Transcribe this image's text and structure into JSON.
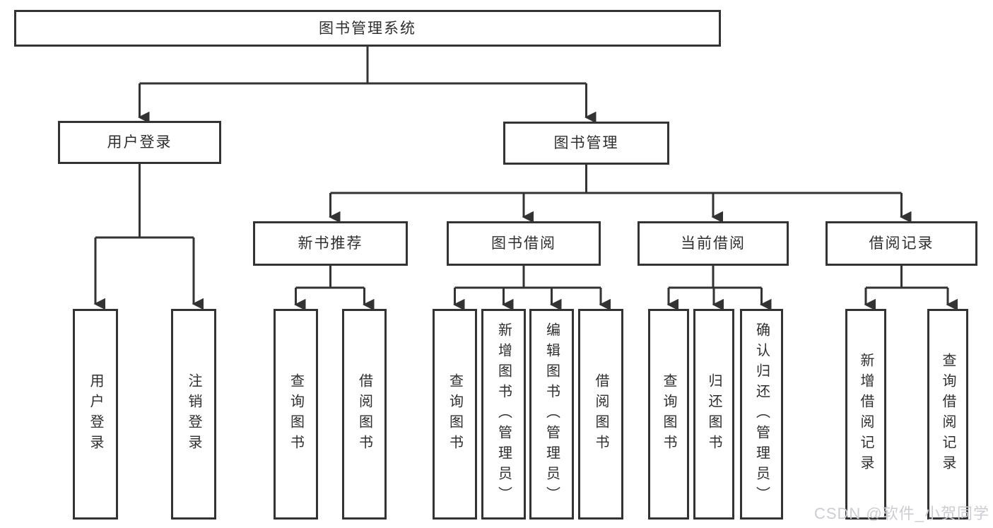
{
  "diagram": {
    "type": "hierarchy-tree",
    "root": {
      "label": "图书管理系统"
    },
    "level2": [
      {
        "label": "用户登录",
        "parent": "图书管理系统"
      },
      {
        "label": "图书管理",
        "parent": "图书管理系统"
      }
    ],
    "level3": [
      {
        "label": "新书推荐",
        "parent": "图书管理"
      },
      {
        "label": "图书借阅",
        "parent": "图书管理"
      },
      {
        "label": "当前借阅",
        "parent": "图书管理"
      },
      {
        "label": "借阅记录",
        "parent": "图书管理"
      }
    ],
    "leaves": [
      {
        "label": "用户登录",
        "parent": "用户登录"
      },
      {
        "label": "注销登录",
        "parent": "用户登录"
      },
      {
        "label": "查询图书",
        "parent": "新书推荐"
      },
      {
        "label": "借阅图书",
        "parent": "新书推荐"
      },
      {
        "label": "查询图书",
        "parent": "图书借阅"
      },
      {
        "label": "新增图书（管理员）",
        "parent": "图书借阅"
      },
      {
        "label": "编辑图书（管理员）",
        "parent": "图书借阅"
      },
      {
        "label": "借阅图书",
        "parent": "图书借阅"
      },
      {
        "label": "查询图书",
        "parent": "当前借阅"
      },
      {
        "label": "归还图书",
        "parent": "当前借阅"
      },
      {
        "label": "确认归还（管理员）",
        "parent": "当前借阅"
      },
      {
        "label": "新增借阅记录",
        "parent": "借阅记录"
      },
      {
        "label": "查询借阅记录",
        "parent": "借阅记录"
      }
    ],
    "colors": {
      "line": "#333333",
      "box_border": "#333333",
      "box_background": "#ffffff",
      "text": "#2f2f2f",
      "watermark": "#ccccd4"
    }
  },
  "watermark": {
    "text": "CSDN @软件_小贺同学"
  }
}
